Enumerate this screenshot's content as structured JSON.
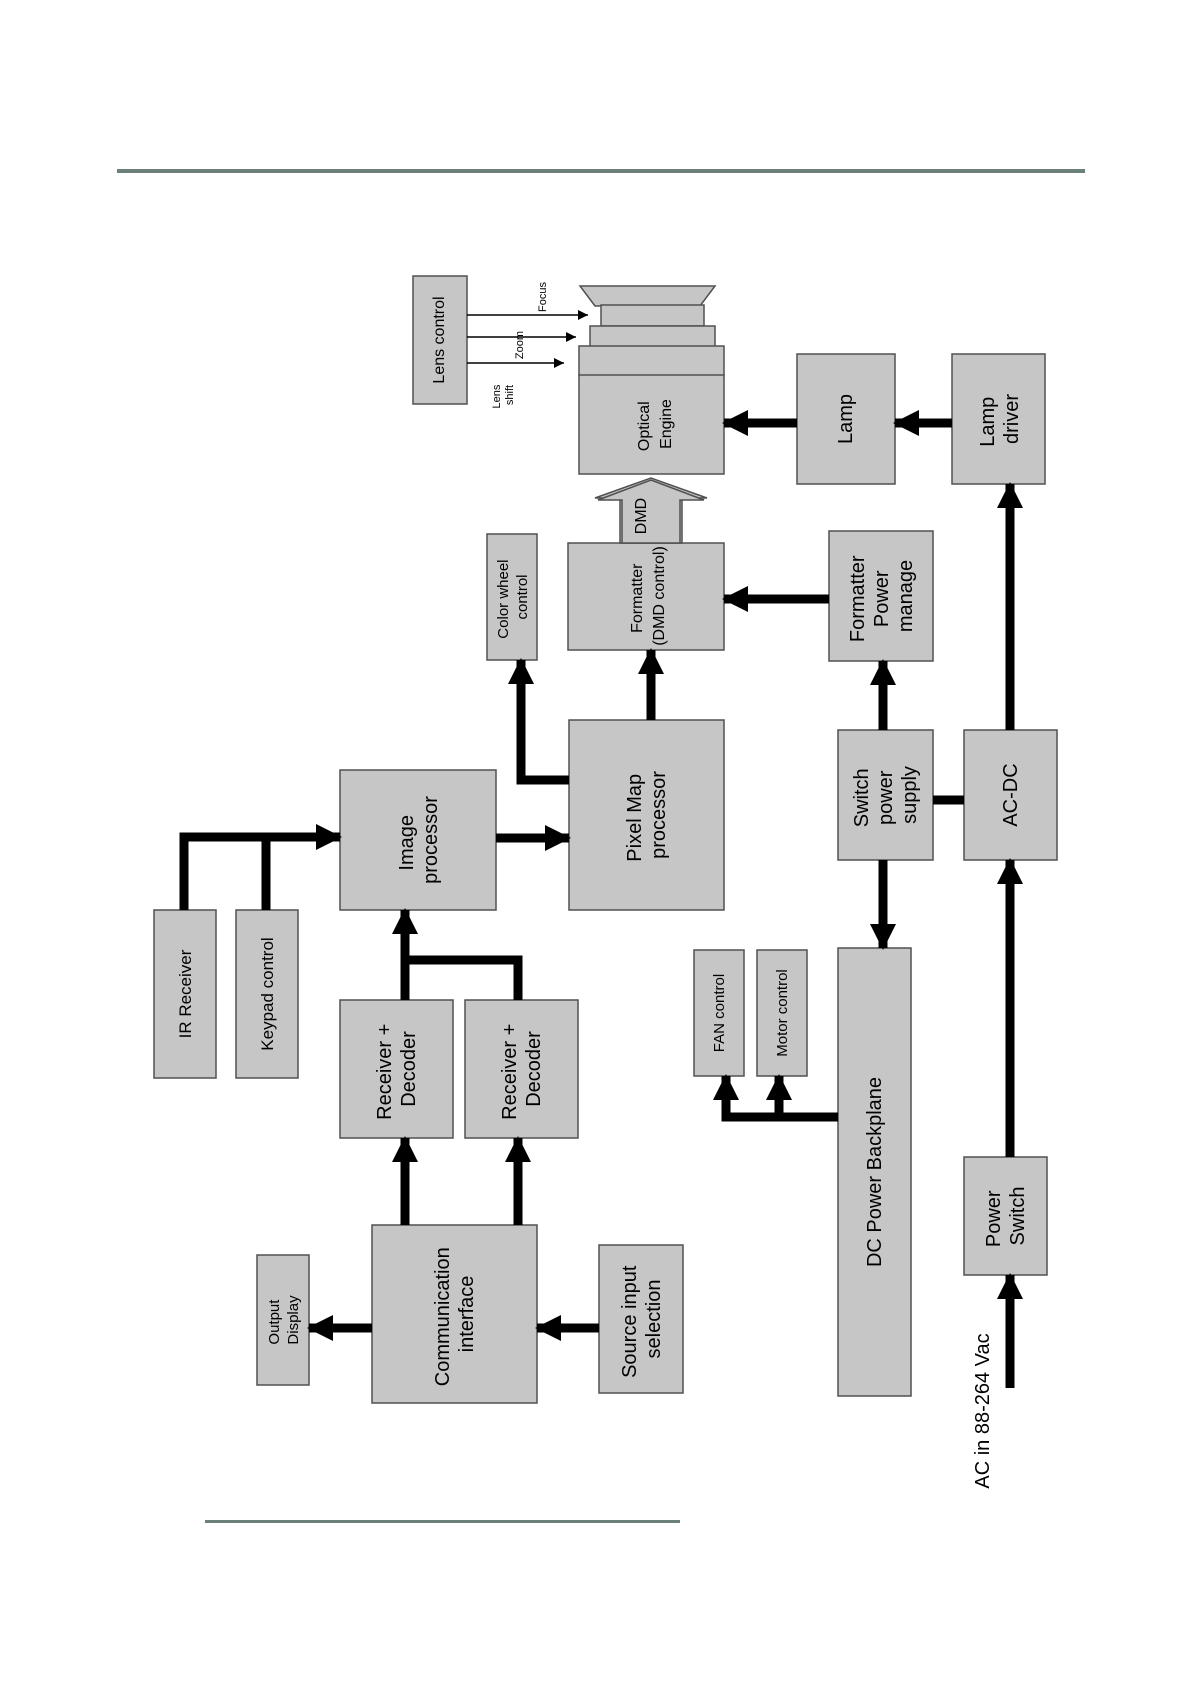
{
  "diagram": {
    "boxes": {
      "lens_control": "Lens control",
      "optical_engine": [
        "Optical",
        "Engine"
      ],
      "lamp": "Lamp",
      "lamp_driver": [
        "Lamp",
        "driver"
      ],
      "color_wheel_control": [
        "Color wheel",
        "control"
      ],
      "formatter": [
        "Formatter",
        "(DMD control)"
      ],
      "formatter_power_manage": [
        "Formatter",
        "Power",
        "manage"
      ],
      "image_processor": [
        "Image",
        "processor"
      ],
      "pixel_map_processor": [
        "Pixel Map",
        "processor"
      ],
      "switch_power_supply": [
        "Switch",
        "power",
        "supply"
      ],
      "ac_dc": "AC-DC",
      "ir_receiver": "IR Receiver",
      "keypad_control": "Keypad control",
      "receiver_decoder_1": [
        "Receiver +",
        "Decoder"
      ],
      "receiver_decoder_2": [
        "Receiver +",
        "Decoder"
      ],
      "fan_control": "FAN control",
      "motor_control": "Motor control",
      "dc_power_backplane": "DC Power Backplane",
      "output_display": [
        "Output",
        "Display"
      ],
      "communication_interface": [
        "Communication",
        "interface"
      ],
      "source_input_selection": [
        "Source input",
        "selection"
      ],
      "power_switch": [
        "Power",
        "Switch"
      ]
    },
    "labels": {
      "dmd": "DMD",
      "focus": "Focus",
      "zoom": "Zoom",
      "lens_shift": [
        "Lens",
        "shift"
      ],
      "ac_input": "AC in 88-264 Vac"
    }
  }
}
